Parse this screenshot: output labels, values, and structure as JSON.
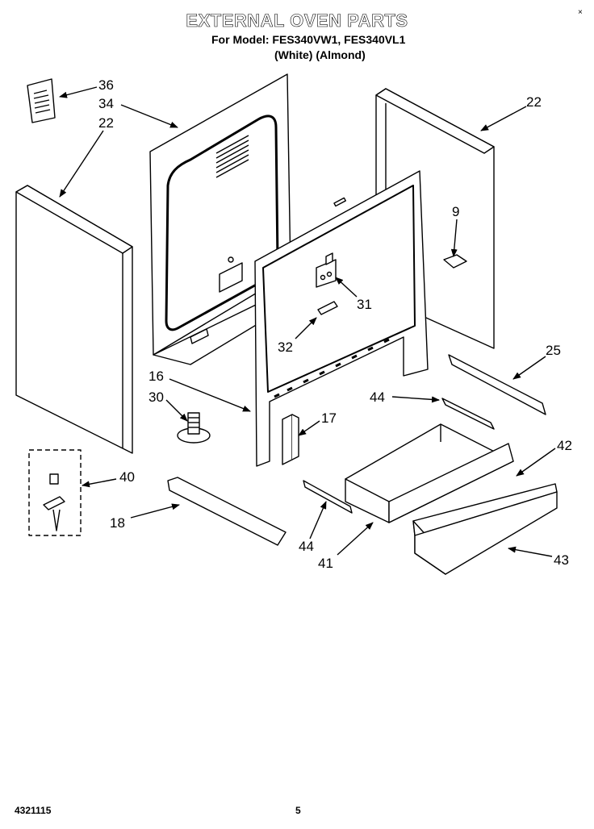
{
  "header": {
    "title": "EXTERNAL OVEN PARTS",
    "model_line": "For Model: FES340VW1, FES340VL1",
    "color_line": "(White)  (Almond)",
    "corner_mark": "×"
  },
  "callouts": {
    "c36": "36",
    "c34": "34",
    "c22_left": "22",
    "c22_right": "22",
    "c9": "9",
    "c31": "31",
    "c32": "32",
    "c25": "25",
    "c16": "16",
    "c30": "30",
    "c17": "17",
    "c44_top": "44",
    "c42": "42",
    "c40": "40",
    "c18": "18",
    "c44_bottom": "44",
    "c41": "41",
    "c43": "43"
  },
  "footer": {
    "doc_number": "4321115",
    "page_number": "5"
  }
}
